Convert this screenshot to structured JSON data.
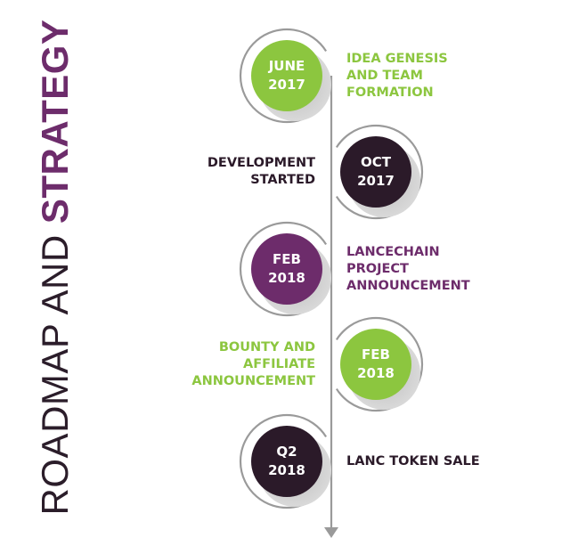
{
  "title": {
    "part1": "ROADMAP AND ",
    "part2": "STRATEGY"
  },
  "colors": {
    "green": "#8cc63f",
    "purple": "#6d2c6b",
    "dark": "#2b1a29",
    "line": "#9a9a9a",
    "title_dark": "#2b1d2a"
  },
  "milestones": [
    {
      "date_line1": "JUNE",
      "date_line2": "2017",
      "text": [
        "IDEA GENESIS",
        "AND TEAM",
        "FORMATION"
      ],
      "color": "green",
      "text_color": "green",
      "side": "right"
    },
    {
      "date_line1": "OCT",
      "date_line2": "2017",
      "text": [
        "DEVELOPMENT",
        "STARTED"
      ],
      "color": "dark",
      "text_color": "dark",
      "side": "left"
    },
    {
      "date_line1": "FEB",
      "date_line2": "2018",
      "text": [
        "LANCECHAIN",
        "PROJECT",
        "ANNOUNCEMENT"
      ],
      "color": "purple",
      "text_color": "purple",
      "side": "right"
    },
    {
      "date_line1": "FEB",
      "date_line2": "2018",
      "text": [
        "BOUNTY AND",
        "AFFILIATE",
        "ANNOUNCEMENT"
      ],
      "color": "green",
      "text_color": "green",
      "side": "left"
    },
    {
      "date_line1": "Q2",
      "date_line2": "2018",
      "text": [
        "LANC TOKEN SALE"
      ],
      "color": "dark",
      "text_color": "dark",
      "side": "right"
    }
  ]
}
